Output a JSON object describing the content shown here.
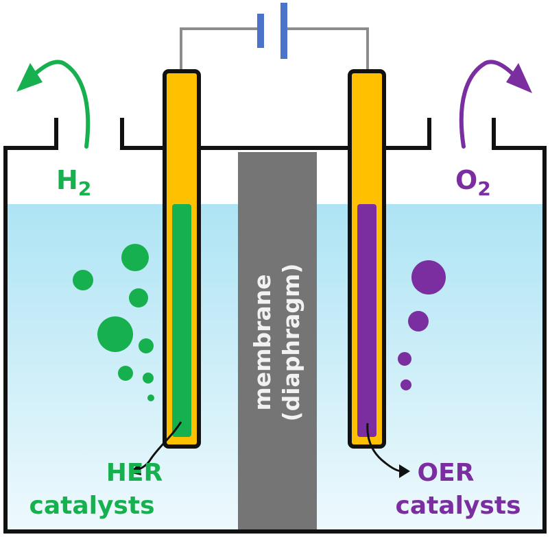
{
  "labels": {
    "h2": {
      "base": "H",
      "sub": "2"
    },
    "o2": {
      "base": "O",
      "sub": "2"
    },
    "membrane_line1": "membrane",
    "membrane_line2": "(diaphragm)",
    "her_line1": "HER",
    "her_line2": "catalysts",
    "oer_line1": "OER",
    "oer_line2": "catalysts"
  },
  "colors": {
    "her": "#16b04f",
    "oer": "#7a2ea0",
    "electrode": "#ffc000",
    "membrane": "#757575",
    "membrane_text": "#f2f2f2",
    "electrolyte_top": "#aee4f4",
    "electrolyte_bottom": "#eef9fd",
    "battery": "#4a74c9",
    "wire": "#8c8c8c",
    "outline": "#111111"
  },
  "icons": {
    "battery": "battery-icon",
    "h2_outlet_arrow": "curved-arrow-icon",
    "o2_outlet_arrow": "curved-arrow-icon"
  }
}
